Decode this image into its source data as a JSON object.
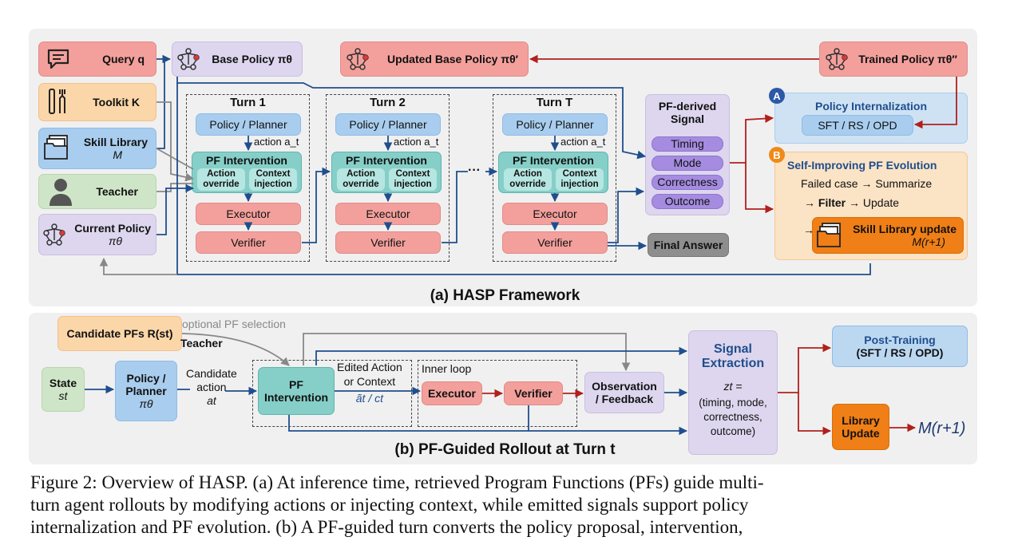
{
  "panel_a": {
    "query": "Query q",
    "toolkit": "Toolkit K",
    "skill_library_line1": "Skill Library",
    "skill_library_line2": "M",
    "teacher": "Teacher",
    "current_policy_line1": "Current Policy",
    "current_policy_line2": "πθ",
    "base_policy": "Base Policy πθ",
    "updated_base_policy": "Updated Base Policy πθ′",
    "trained_policy": "Trained Policy πθ″",
    "turns": [
      {
        "label": "Turn 1",
        "planner": "Policy / Planner",
        "action": "action a_t",
        "pf": "PF Intervention",
        "override": "Action override",
        "injection": "Context injection",
        "executor": "Executor",
        "verifier": "Verifier"
      },
      {
        "label": "Turn 2",
        "planner": "Policy / Planner",
        "action": "action a_t",
        "pf": "PF Intervention",
        "override": "Action override",
        "injection": "Context injection",
        "executor": "Executor",
        "verifier": "Verifier"
      },
      {
        "label": "Turn T",
        "planner": "Policy / Planner",
        "action": "action a_t",
        "pf": "PF Intervention",
        "override": "Action override",
        "injection": "Context injection",
        "executor": "Executor",
        "verifier": "Verifier"
      }
    ],
    "ellipsis": "···",
    "signal_title_line1": "PF-derived",
    "signal_title_line2": "Signal",
    "signals": [
      "Timing",
      "Mode",
      "Correctness",
      "Outcome"
    ],
    "final_answer": "Final Answer",
    "badge_a": "A",
    "badge_b": "B",
    "policy_internalization": "Policy Internalization",
    "sft_rs_opd": "SFT / RS / OPD",
    "self_improving": "Self-Improving PF Evolution",
    "failed_case": "Failed case → Summarize",
    "filter_prefix": "→ ",
    "filter_bold": "Filter",
    "filter_suffix": " → Update",
    "arrow_prefix": "→",
    "skill_update_line1": "Skill Library update",
    "skill_update_line2": "M(r+1)",
    "title": "(a) HASP Framework"
  },
  "panel_b": {
    "candidate_pfs": "Candidate PFs R(st)",
    "teacher": "Teacher",
    "optional_selection": "optional PF selection",
    "state_line1": "State",
    "state_line2": "st",
    "planner_line1": "Policy /",
    "planner_line2": "Planner",
    "planner_line3": "πθ",
    "candidate_action_line1": "Candidate",
    "candidate_action_line2": "action",
    "candidate_action_line3": "at",
    "pf_line1": "PF",
    "pf_line2": "Intervention",
    "edited_line1": "Edited Action",
    "edited_line2": "or Context",
    "edited_line3": "ãt / ct",
    "inner_loop": "Inner loop",
    "executor": "Executor",
    "verifier": "Verifier",
    "observation_line1": "Observation",
    "observation_line2": "/ Feedback",
    "signal_extraction_line1": "Signal",
    "signal_extraction_line2": "Extraction",
    "signal_formula": "zt =",
    "signal_items": "(timing, mode, correctness, outcome)",
    "post_training_line1": "Post-Training",
    "post_training_line2": "(SFT / RS / OPD)",
    "library_line1": "Library",
    "library_line2": "Update",
    "m_next": "M(r+1)",
    "title": "(b) PF-Guided Rollout at Turn t"
  },
  "caption": {
    "line1": "Figure 2: Overview of HASP. (a) At inference time, retrieved Program Functions (PFs) guide multi-",
    "line2": "turn agent rollouts by modifying actions or injecting context, while emitted signals support policy",
    "line3": "internalization and PF evolution. (b) A PF-guided turn converts the policy proposal, intervention,"
  },
  "colors": {
    "red_box": "#f3a09c",
    "blue_box": "#a9cdee",
    "teal_box": "#86cfc8",
    "purple_signal": "#a58ce0",
    "orange_box": "#ef7f16",
    "arrow_blue": "#1f4e8c",
    "arrow_red": "#b0201c"
  }
}
